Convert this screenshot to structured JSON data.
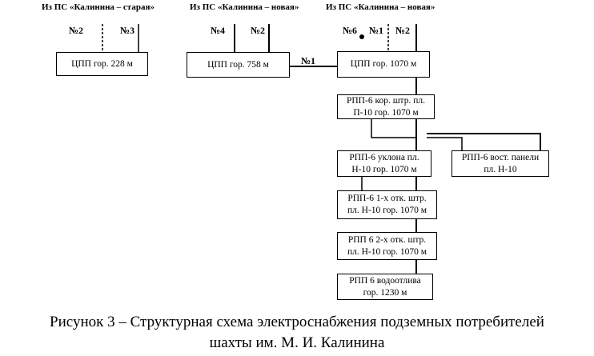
{
  "sources": [
    "Из ПС «Калинина – старая»",
    "Из ПС «Калинина – новая»",
    "Из ПС «Калинина – новая»"
  ],
  "feeders": {
    "a1": "№2",
    "a2": "№3",
    "b1": "№4",
    "b2": "№2",
    "c1": "№6",
    "c2": "№1",
    "c3": "№2",
    "link": "№1"
  },
  "boxes": {
    "cpp228": "ЦПП гор. 228 м",
    "cpp758": "ЦПП гор. 758 м",
    "cpp1070": "ЦПП гор. 1070 м",
    "rpp_kor": [
      "РПП-6 кор. штр. пл.",
      "П-10 гор. 1070 м"
    ],
    "rpp_uklon": [
      "РПП-6 уклона пл.",
      "Н-10 гор. 1070 м"
    ],
    "rpp_vost": [
      "РПП-6 вост. панели",
      "пл. Н-10"
    ],
    "rpp_1": [
      "РПП-6 1-х отк. штр.",
      "пл. Н-10 гор. 1070 м"
    ],
    "rpp_2": [
      "РПП 6 2-х отк. штр.",
      "пл. Н-10 гор. 1070 м"
    ],
    "rpp_vodo": [
      "РПП 6 водоотлива",
      "гор. 1230 м"
    ]
  },
  "caption": [
    "Рисунок 3 – Структурная схема электроснабжения подземных потребителей",
    "шахты им. М. И. Калинина"
  ]
}
